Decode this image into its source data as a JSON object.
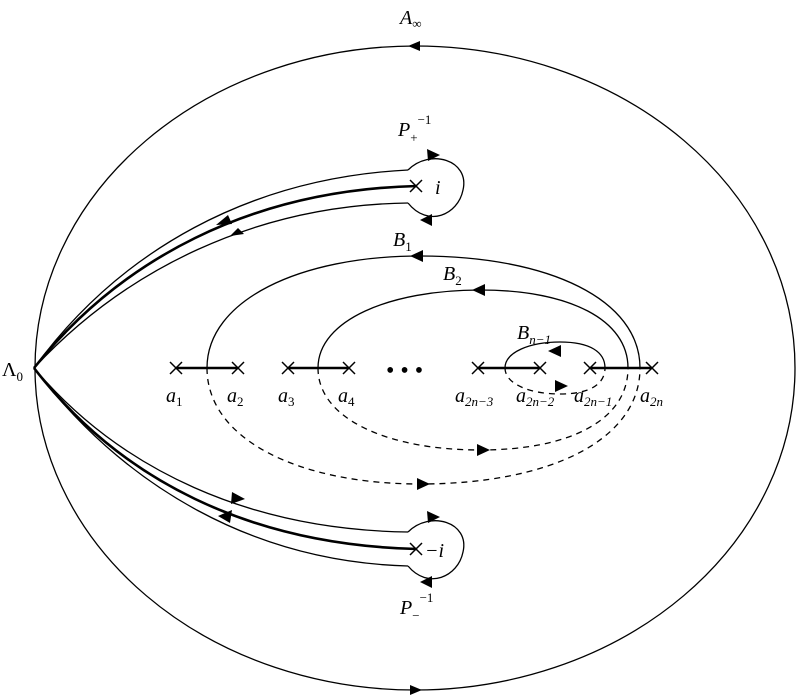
{
  "labels": {
    "a_inf": "A",
    "a_inf_sub": "∞",
    "lambda0": "Λ",
    "lambda0_sub": "0",
    "p_plus": "P",
    "p_plus_sub": "+",
    "p_plus_sup": "−1",
    "p_minus": "P",
    "p_minus_sub": "−",
    "p_minus_sup": "−1",
    "i_plus": "i",
    "i_minus": "−i",
    "b1": "B",
    "b1_sub": "1",
    "b2": "B",
    "b2_sub": "2",
    "bn1": "B",
    "bn1_sub": "n−1",
    "dots": "• • •",
    "points": [
      {
        "base": "a",
        "sub": "1"
      },
      {
        "base": "a",
        "sub": "2"
      },
      {
        "base": "a",
        "sub": "3"
      },
      {
        "base": "a",
        "sub": "4"
      },
      {
        "base": "a",
        "sub": "2n−3"
      },
      {
        "base": "a",
        "sub": "2n−2"
      },
      {
        "base": "a",
        "sub": "2n−1"
      },
      {
        "base": "a",
        "sub": "2n"
      }
    ]
  }
}
